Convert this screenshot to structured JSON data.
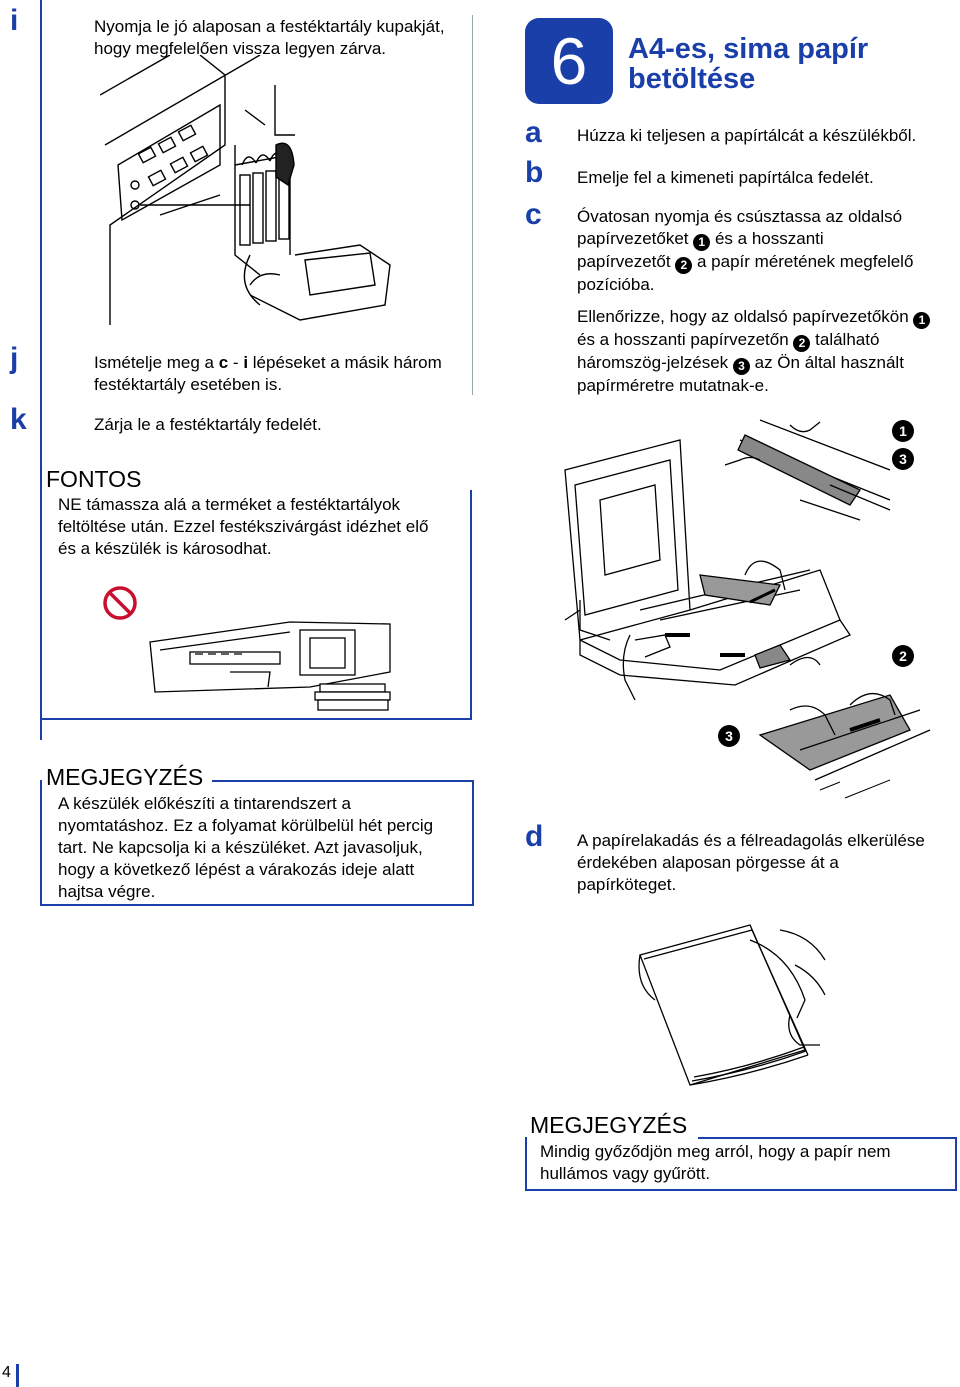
{
  "left": {
    "step_i": {
      "letter": "i",
      "text_line1": "Nyomja le jó alaposan a festéktartály kupakját,",
      "text_line2": "hogy megfelelően vissza legyen zárva."
    },
    "step_j": {
      "letter": "j",
      "text_pre": "Ismételje meg a ",
      "ref_c": "c",
      "text_mid": " - ",
      "ref_i": "i",
      "text_post": " lépéseket a másik három",
      "text_line2": "festéktartály esetében is."
    },
    "step_k": {
      "letter": "k",
      "text": "Zárja le a festéktartály fedelét."
    },
    "important": {
      "title": "FONTOS",
      "line1": "NE támassza alá a terméket a festéktartályok",
      "line2": "feltöltése után. Ezzel festékszivárgást idézhet elő",
      "line3": "és a készülék is károsodhat."
    },
    "note": {
      "title": "MEGJEGYZÉS",
      "line1": "A készülék előkészíti a tintarendszert a",
      "line2": "nyomtatáshoz. Ez a folyamat körülbelül hét percig",
      "line3": "tart. Ne kapcsolja ki a készüléket. Azt javasoljuk,",
      "line4": "hogy a következő lépést a várakozás ideje alatt",
      "line5": "hajtsa végre."
    }
  },
  "right": {
    "section": {
      "number": "6",
      "title_line1": "A4-es, sima papír",
      "title_line2": "betöltése"
    },
    "step_a": {
      "letter": "a",
      "text": "Húzza ki teljesen a papírtálcát a készülékből."
    },
    "step_b": {
      "letter": "b",
      "text": "Emelje fel a kimeneti papírtálca fedelét."
    },
    "step_c": {
      "letter": "c",
      "p1_line1_pre": "Óvatosan nyomja és csúsztassa az oldalsó",
      "p1_line2_pre": "papírvezetőket ",
      "p1_line2_post": " és a hosszanti",
      "p1_line3_pre": "papírvezetőt ",
      "p1_line3_post": " a papír méretének megfelelő",
      "p1_line4": "pozícióba.",
      "p2_line1_pre": "Ellenőrizze, hogy az oldalsó papírvezetőkön ",
      "p2_line2_pre": "és a hosszanti papírvezetőn ",
      "p2_line2_post": " található",
      "p2_line3_pre": "háromszög-jelzések ",
      "p2_line3_post": " az Ön által használt",
      "p2_line4": "papírméretre mutatnak-e."
    },
    "callouts": {
      "one": "1",
      "two": "2",
      "three": "3"
    },
    "step_d": {
      "letter": "d",
      "line1": "A papírelakadás és a félreadagolás elkerülése",
      "line2": "érdekében alaposan pörgesse át a",
      "line3": "papírköteget."
    },
    "note": {
      "title": "MEGJEGYZÉS",
      "line1": "Mindig győződjön meg arról, hogy a papír nem",
      "line2": "hullámos vagy gyűrött."
    }
  },
  "footer": {
    "page_number": "4"
  },
  "colors": {
    "accent": "#1a3fa8",
    "warning": "#c8102e"
  },
  "icons": {
    "prohibited": "prohibited-icon",
    "printer_tank": "ink-tank-illustration",
    "tray": "paper-tray-illustration",
    "stack": "paper-stack-illustration"
  }
}
